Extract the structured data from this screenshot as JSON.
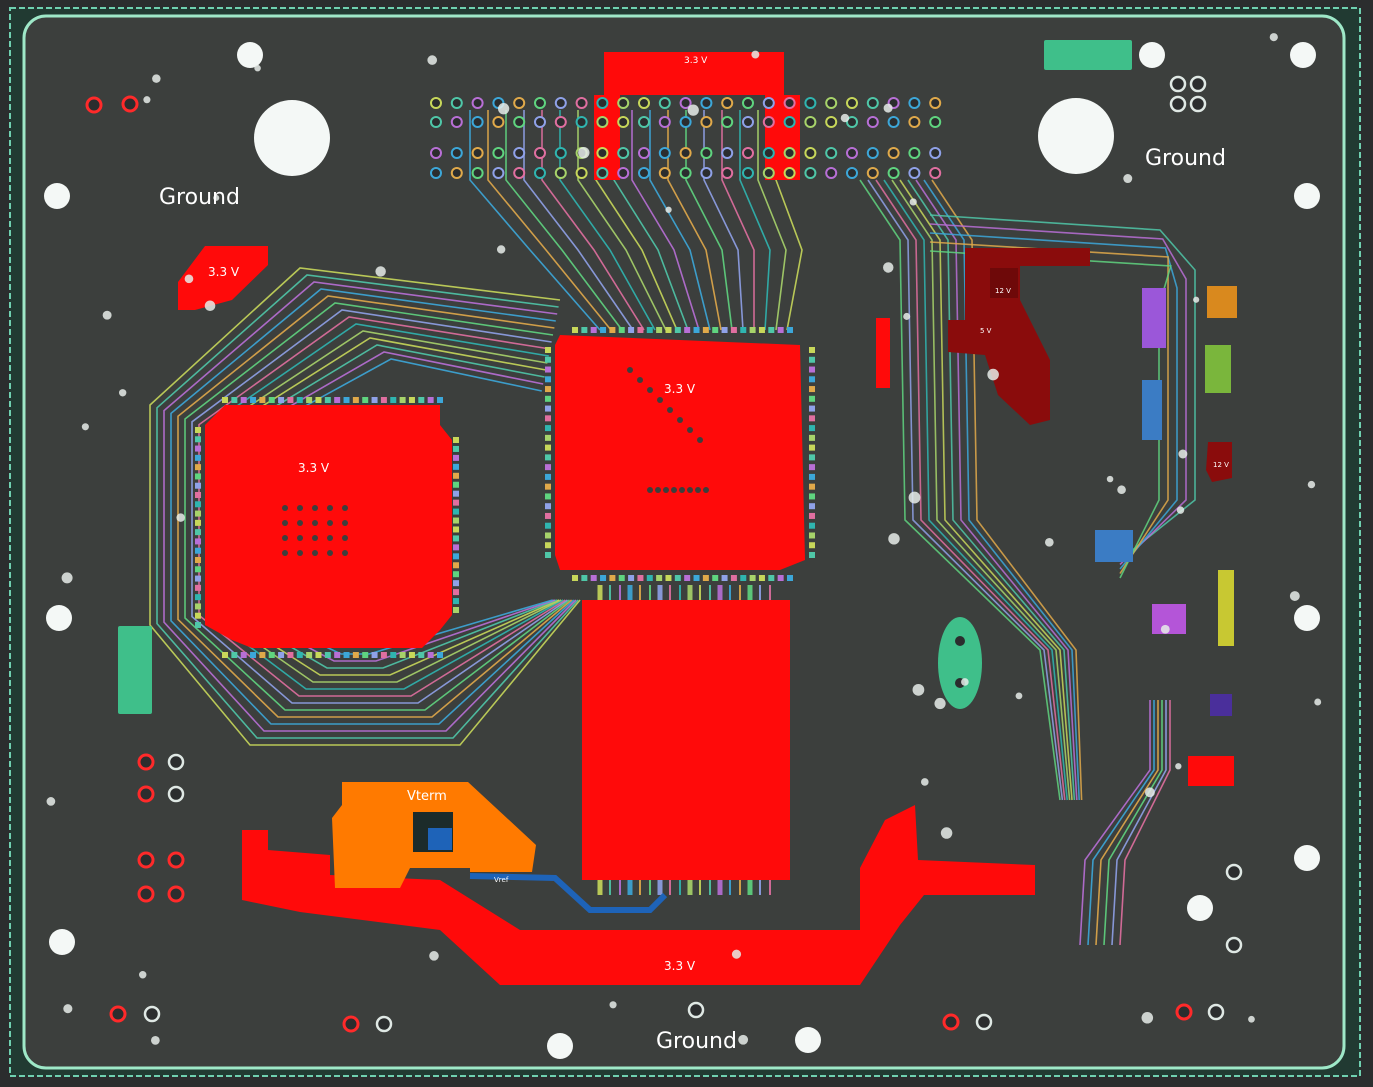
{
  "labels": {
    "ground_top_left": "Ground",
    "ground_top_right": "Ground",
    "ground_bottom": "Ground",
    "v33_top": "3.3 V",
    "v33_left_tab": "3.3 V",
    "v33_chip_left": "3.3 V",
    "v33_chip_center": "3.3 V",
    "v33_bottom": "3.3 V",
    "vterm": "Vterm",
    "vref": "Vref",
    "v12_top": "12 V",
    "v12_right": "12 V",
    "v5": "5 V"
  },
  "colors": {
    "board": "#3c3f3d",
    "board_edge": "#9ee8c8",
    "plane_33v": "#ff0a0a",
    "vterm": "#ff7a00",
    "v12": "#8a0c0c",
    "vref": "#1e63b8",
    "hole": "#f4f8f6",
    "label": "#ffffff"
  },
  "trace_palette": [
    "#c7d75a",
    "#4fc7a8",
    "#b86fd6",
    "#3ca7d9",
    "#e0a94a",
    "#5fd47f",
    "#8fa1e8",
    "#e06fa0",
    "#2fb5b0",
    "#a7d36a"
  ]
}
